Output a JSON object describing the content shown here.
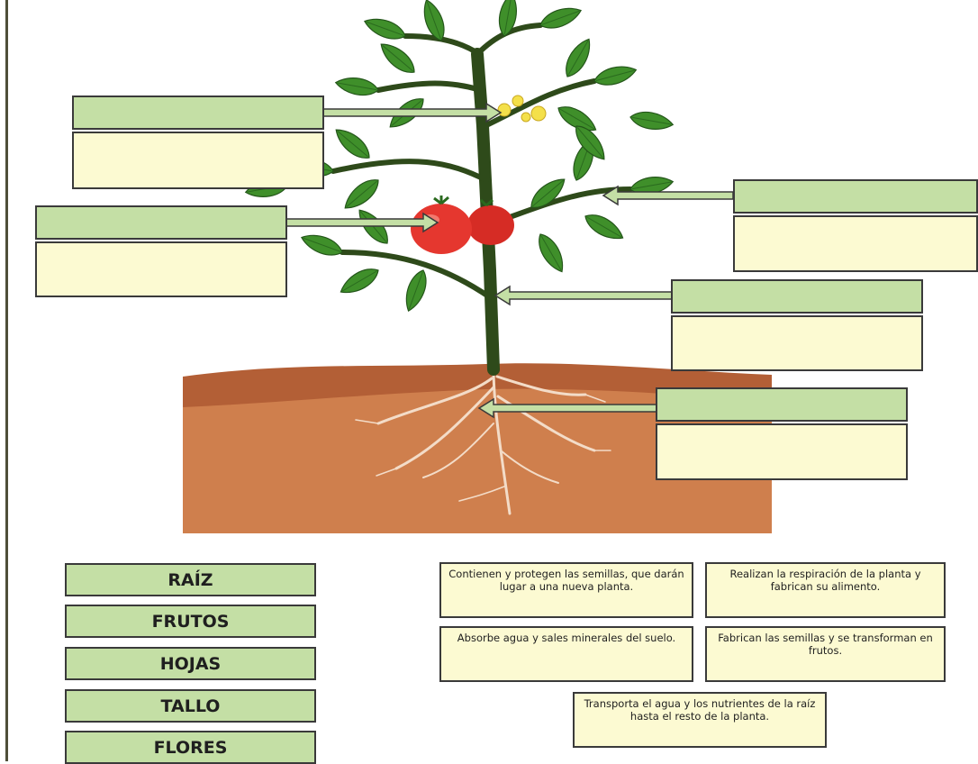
{
  "words": [
    {
      "label": "RAÍZ"
    },
    {
      "label": "FRUTOS"
    },
    {
      "label": "HOJAS"
    },
    {
      "label": "TALLO"
    },
    {
      "label": "FLORES"
    }
  ],
  "descriptions": [
    {
      "text": "Contienen y protegen las semillas, que darán lugar a una nueva planta."
    },
    {
      "text": "Realizan la respiración de la planta y fabrican su alimento."
    },
    {
      "text": "Absorbe agua y sales minerales del suelo."
    },
    {
      "text": "Fabrican las semillas y se transforman en frutos."
    },
    {
      "text": "Transporta el agua y los nutrientes de la raíz hasta el resto de la planta."
    }
  ],
  "colors": {
    "label_green": "#c4dfa5",
    "answer_cream": "#fcfad2",
    "soil": "#cf7f4d",
    "leaf": "#3f8f2a",
    "stem": "#2e4a1a",
    "fruit": "#e5372f",
    "flower": "#f4e04a"
  }
}
